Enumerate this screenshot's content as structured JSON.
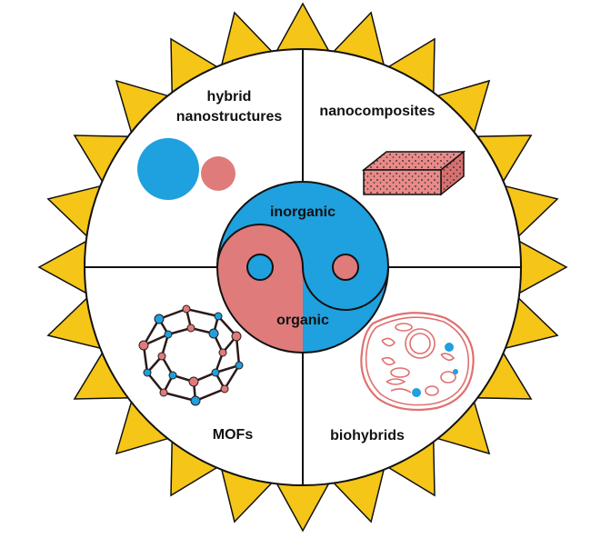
{
  "labels": {
    "top_left_line1": "hybrid",
    "top_left_line2": "nanostructures",
    "top_right": "nanocomposites",
    "bottom_left": "MOFs",
    "bottom_right": "biohybrids",
    "center_top": "inorganic",
    "center_bottom": "organic"
  },
  "colors": {
    "sun": "#F5C518",
    "inorganic": "#1EA1DE",
    "organic": "#DF7B7B",
    "line": "#111111",
    "background": "#FFFFFF"
  },
  "icons": {
    "top_left": "two-spheres-icon",
    "top_right": "composite-block-icon",
    "bottom_left": "mof-cage-icon",
    "bottom_right": "cell-icon",
    "center": "yin-yang-icon"
  }
}
